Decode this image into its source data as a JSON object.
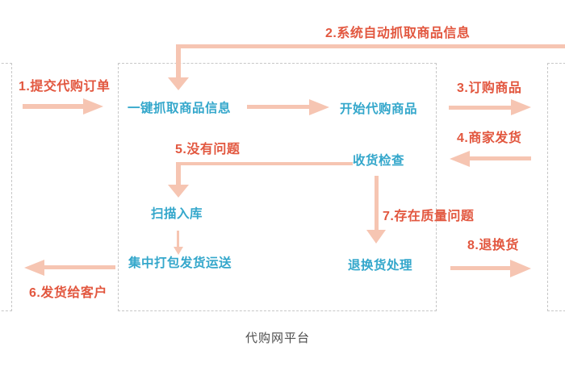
{
  "diagram": {
    "caption": "代购网平台",
    "colors": {
      "step": "#e2573f",
      "node": "#34a7cb",
      "arrow": "#f6c5b2",
      "border": "#c7c7c7",
      "caption": "#4d4d4d"
    },
    "steps": [
      {
        "label": "1.提交代购订单"
      },
      {
        "label": "2.系统自动抓取商品信息"
      },
      {
        "label": "3.订购商品"
      },
      {
        "label": "4.商家发货"
      },
      {
        "label": "5.没有问题"
      },
      {
        "label": "6.发货给客户"
      },
      {
        "label": "7.存在质量问题"
      },
      {
        "label": "8.退换货"
      }
    ],
    "nodes": {
      "grab": "一键抓取商品信息",
      "start": "开始代购商品",
      "inspect": "收货检查",
      "scan": "扫描入库",
      "pack": "集中打包发货运送",
      "returns": "退换货处理"
    }
  }
}
